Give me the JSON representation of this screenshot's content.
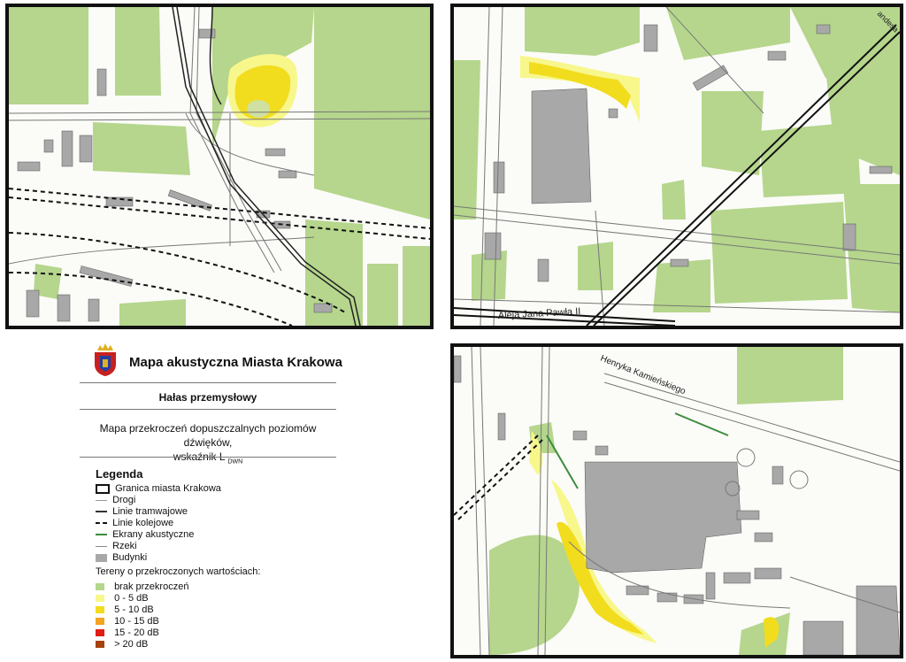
{
  "header": {
    "title": "Mapa akustyczna Miasta Krakowa",
    "subtitle": "Hałas przemysłowy",
    "description_line1": "Mapa przekroczeń dopuszczalnych poziomów dźwięków,",
    "description_line2": "wskaźnik L",
    "description_sub": "DWN"
  },
  "legend": {
    "title": "Legenda",
    "line_items": [
      {
        "label": "Granica miasta Krakowa",
        "icon": "city-boundary-icon"
      },
      {
        "label": "Drogi",
        "icon": "road-icon"
      },
      {
        "label": "Linie tramwajowe",
        "icon": "tram-line-icon"
      },
      {
        "label": "Linie kolejowe",
        "icon": "railway-icon"
      },
      {
        "label": "Ekrany akustyczne",
        "icon": "acoustic-screen-icon"
      },
      {
        "label": "Rzeki",
        "icon": "river-icon"
      },
      {
        "label": "Budynki",
        "icon": "building-icon"
      }
    ],
    "areas_heading": "Tereny o przekroczonych wartościach:",
    "classes": [
      {
        "label": "brak przekroczeń",
        "color": "#b5d68c"
      },
      {
        "label": "0 - 5 dB",
        "color": "#f7f78c"
      },
      {
        "label": "5 - 10 dB",
        "color": "#f2dc1e"
      },
      {
        "label": "10 - 15 dB",
        "color": "#f2a51e"
      },
      {
        "label": "15 - 20 dB",
        "color": "#e01e14"
      },
      {
        "label": "> 20 dB",
        "color": "#a5420f"
      }
    ]
  },
  "maps": {
    "street_aleja": "Aleja Jana Pawła II",
    "street_kamienskiego": "Henryka Kamieńskiego",
    "street_corner": "andesa"
  },
  "colors": {
    "green_area": "#b5d68c",
    "building": "#a8a8a8",
    "noise_yellow": "#f2dc1e",
    "noise_light": "#f7f78c"
  }
}
